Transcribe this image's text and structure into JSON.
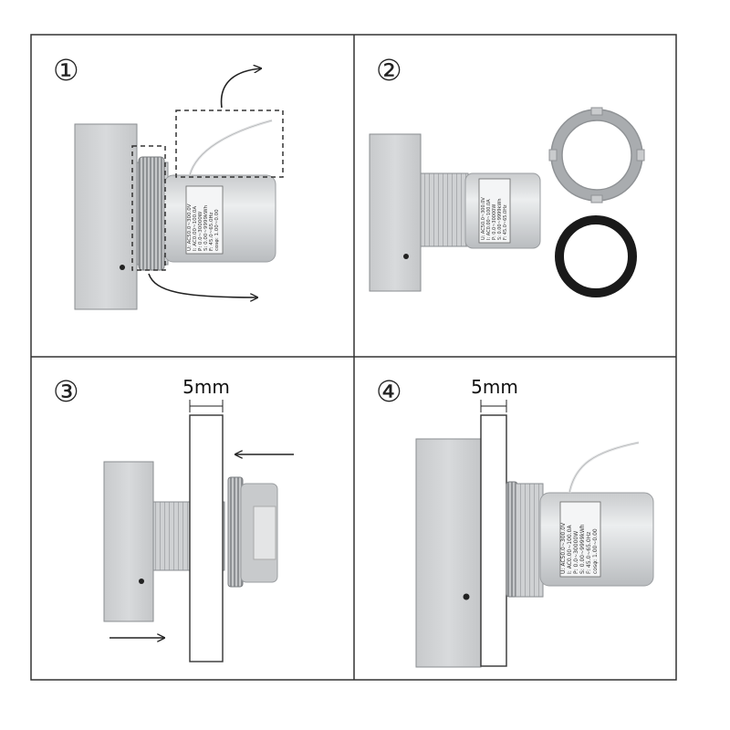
{
  "steps": [
    {
      "number": "①"
    },
    {
      "number": "②"
    },
    {
      "number": "③",
      "dimension": "5mm"
    },
    {
      "number": "④",
      "dimension": "5mm"
    }
  ],
  "device": {
    "spec_lines": [
      "U: AC50.0~300.0V",
      "I: AC0.00~100.0A",
      "P: 0.0~30000W",
      "S: 0.00~9999kWh",
      "F: 45.0~65.0Hz",
      "cosφ: 1.00~0.00"
    ]
  },
  "colors": {
    "body": "#d2d4d6",
    "body_dark": "#b4b7ba",
    "outline": "#555555",
    "gasket": "#1a1a1a"
  }
}
